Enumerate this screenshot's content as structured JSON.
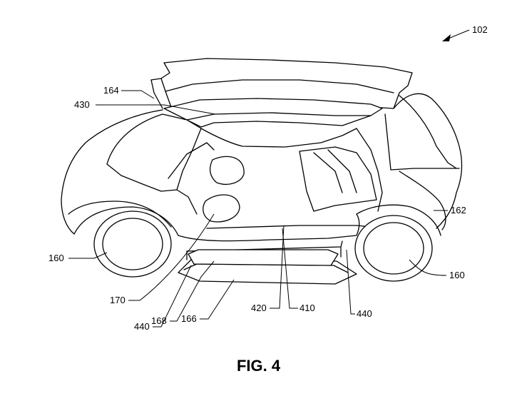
{
  "figure": {
    "caption": "FIG. 4",
    "reference_numerals": {
      "vehicle": "102",
      "roof": "164",
      "roof_panel": "430",
      "rear_body": "162",
      "front_wheel": "160",
      "rear_wheel": "160",
      "door_opening": "170",
      "left_rail": "440",
      "right_rail": "440",
      "inner_frame": "168",
      "battery_pack": "166",
      "floor": "420",
      "cabin": "410"
    }
  }
}
